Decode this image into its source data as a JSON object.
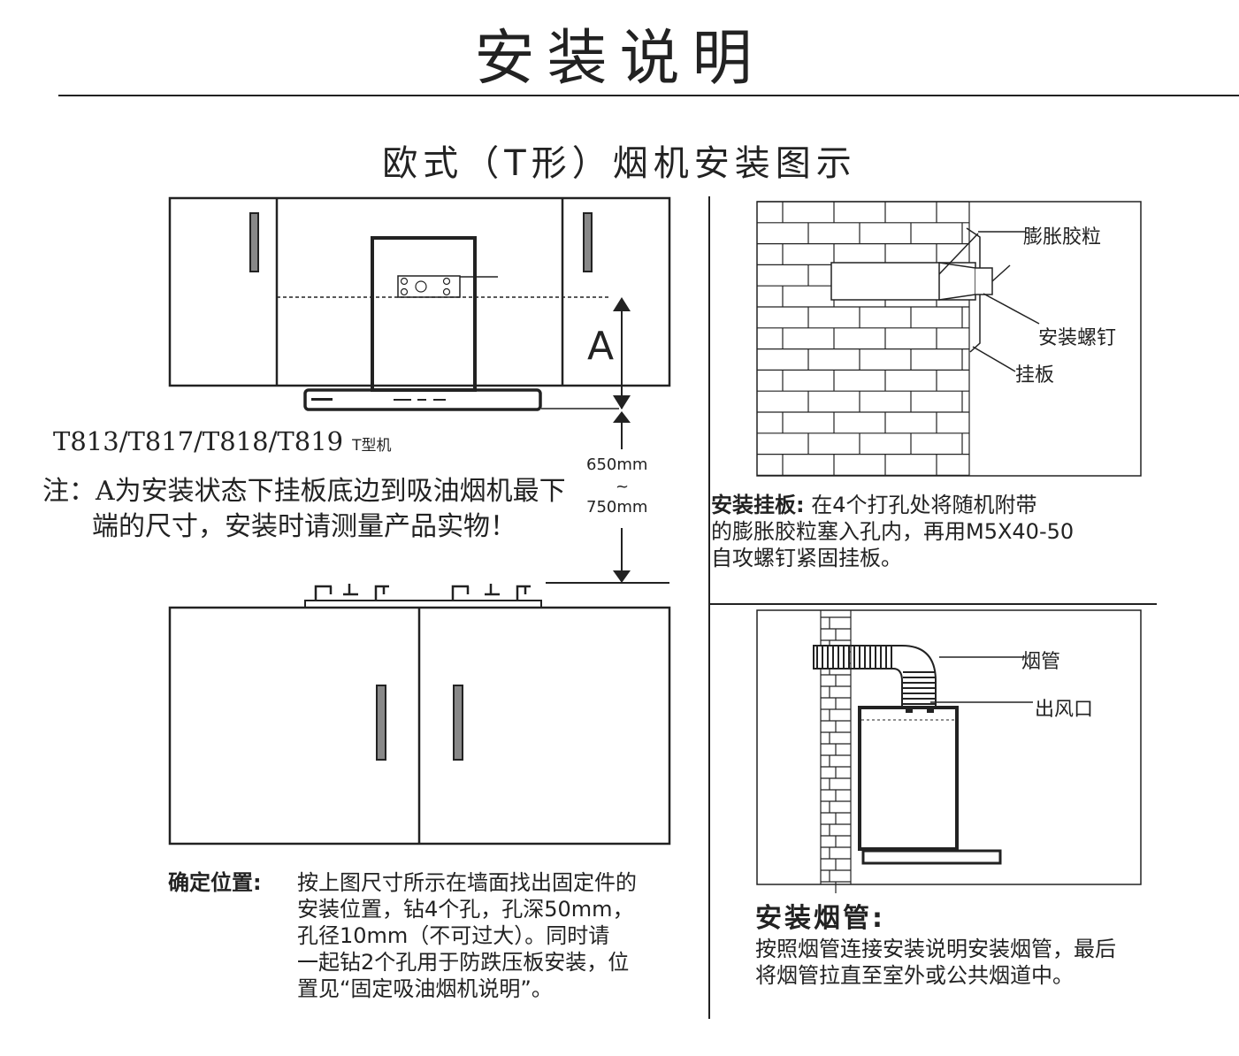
{
  "page": {
    "title": "安装说明",
    "subtitle": "欧式（T形）烟机安装图示"
  },
  "left_diagram": {
    "models": "T813/T817/T818/T819",
    "models_suffix": "T型机",
    "dimension_label": "A",
    "distance_min": "650mm",
    "distance_sep": "~",
    "distance_max": "750mm",
    "note_line1": "注：A为安装状态下挂板底边到吸油烟机最下",
    "note_line2": "端的尺寸，安装时请测量产品实物！"
  },
  "step_position": {
    "heading": "确定位置:",
    "lines": [
      "按上图尺寸所示在墙面找出固定件的",
      "安装位置，钻4个孔，孔深50mm，",
      "孔径10mm（不可过大）。同时请",
      "一起钻2个孔用于防跌压板安装，位",
      "置见“固定吸油烟机说明”。"
    ]
  },
  "step_bracket": {
    "heading": "安装挂板:",
    "line1": "在4个打孔处将随机附带",
    "line2": "的膨胀胶粒塞入孔内，再用M5X40-50",
    "line3": "自攻螺钉紧固挂板。",
    "labels": {
      "anchor": "膨胀胶粒",
      "screw": "安装螺钉",
      "plate": "挂板"
    }
  },
  "step_duct": {
    "heading": "安装烟管:",
    "line1": "按照烟管连接安装说明安装烟管，最后",
    "line2": "将烟管拉直至室外或公共烟道中。",
    "labels": {
      "duct": "烟管",
      "outlet": "出风口"
    }
  },
  "colors": {
    "line": "#222222",
    "handle": "#888888"
  }
}
